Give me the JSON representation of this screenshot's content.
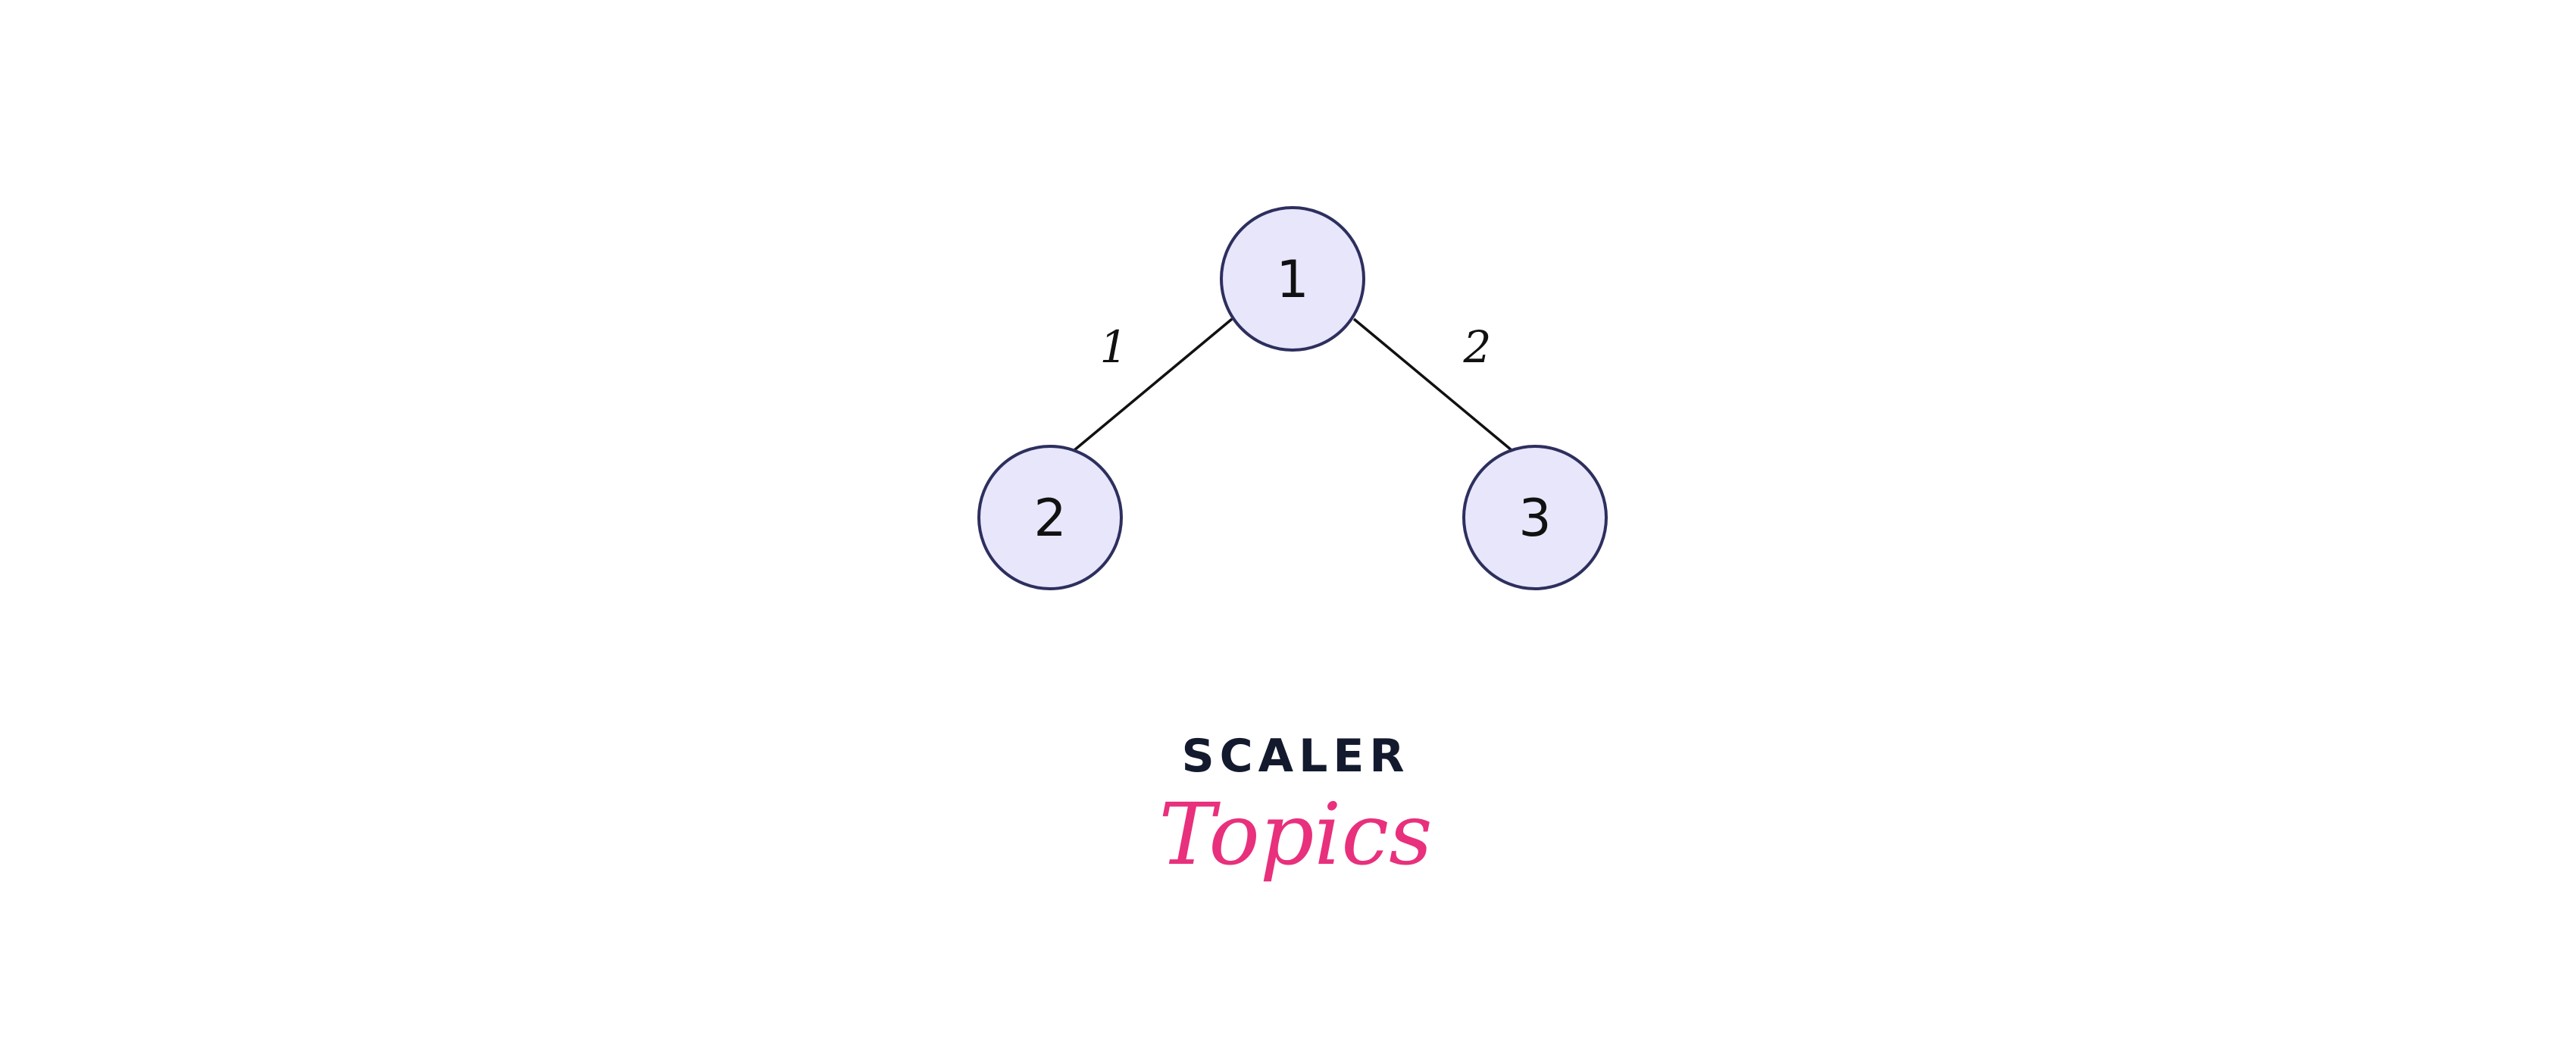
{
  "graph": {
    "nodes": [
      {
        "id": "1",
        "label": "1"
      },
      {
        "id": "2",
        "label": "2"
      },
      {
        "id": "3",
        "label": "3"
      }
    ],
    "edges": [
      {
        "from": "1",
        "to": "2",
        "weight": "1"
      },
      {
        "from": "1",
        "to": "3",
        "weight": "2"
      }
    ],
    "node_fill": "#e8e6fb",
    "node_stroke": "#2d2f5e",
    "edge_color": "#111111"
  },
  "brand": {
    "top": "SCALER",
    "bottom": "Topics",
    "top_color": "#141a2e",
    "bottom_color": "#e8307c"
  }
}
